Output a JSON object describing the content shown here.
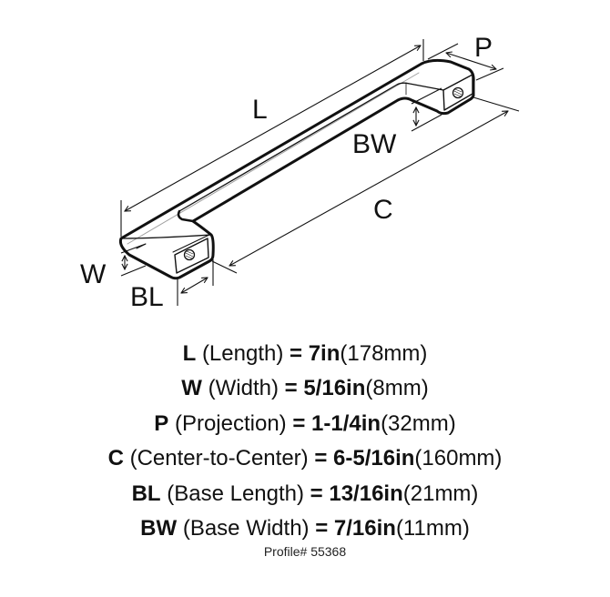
{
  "diagram": {
    "labels": {
      "L": "L",
      "P": "P",
      "BW": "BW",
      "C": "C",
      "W": "W",
      "BL": "BL"
    }
  },
  "specs": [
    {
      "key": "L",
      "name": "(Length)",
      "eq": "=",
      "imperial": "7in",
      "metric": "(178mm)"
    },
    {
      "key": "W",
      "name": "(Width)",
      "eq": "=",
      "imperial": "5/16in",
      "metric": "(8mm)"
    },
    {
      "key": "P",
      "name": "(Projection)",
      "eq": "=",
      "imperial": "1-1/4in",
      "metric": "(32mm)"
    },
    {
      "key": "C",
      "name": "(Center-to-Center)",
      "eq": "=",
      "imperial": "6-5/16in",
      "metric": "(160mm)"
    },
    {
      "key": "BL",
      "name": "(Base Length)",
      "eq": "=",
      "imperial": "13/16in",
      "metric": "(21mm)"
    },
    {
      "key": "BW",
      "name": "(Base Width)",
      "eq": "=",
      "imperial": "7/16in",
      "metric": "(11mm)"
    }
  ],
  "profile": "Profile# 55368"
}
